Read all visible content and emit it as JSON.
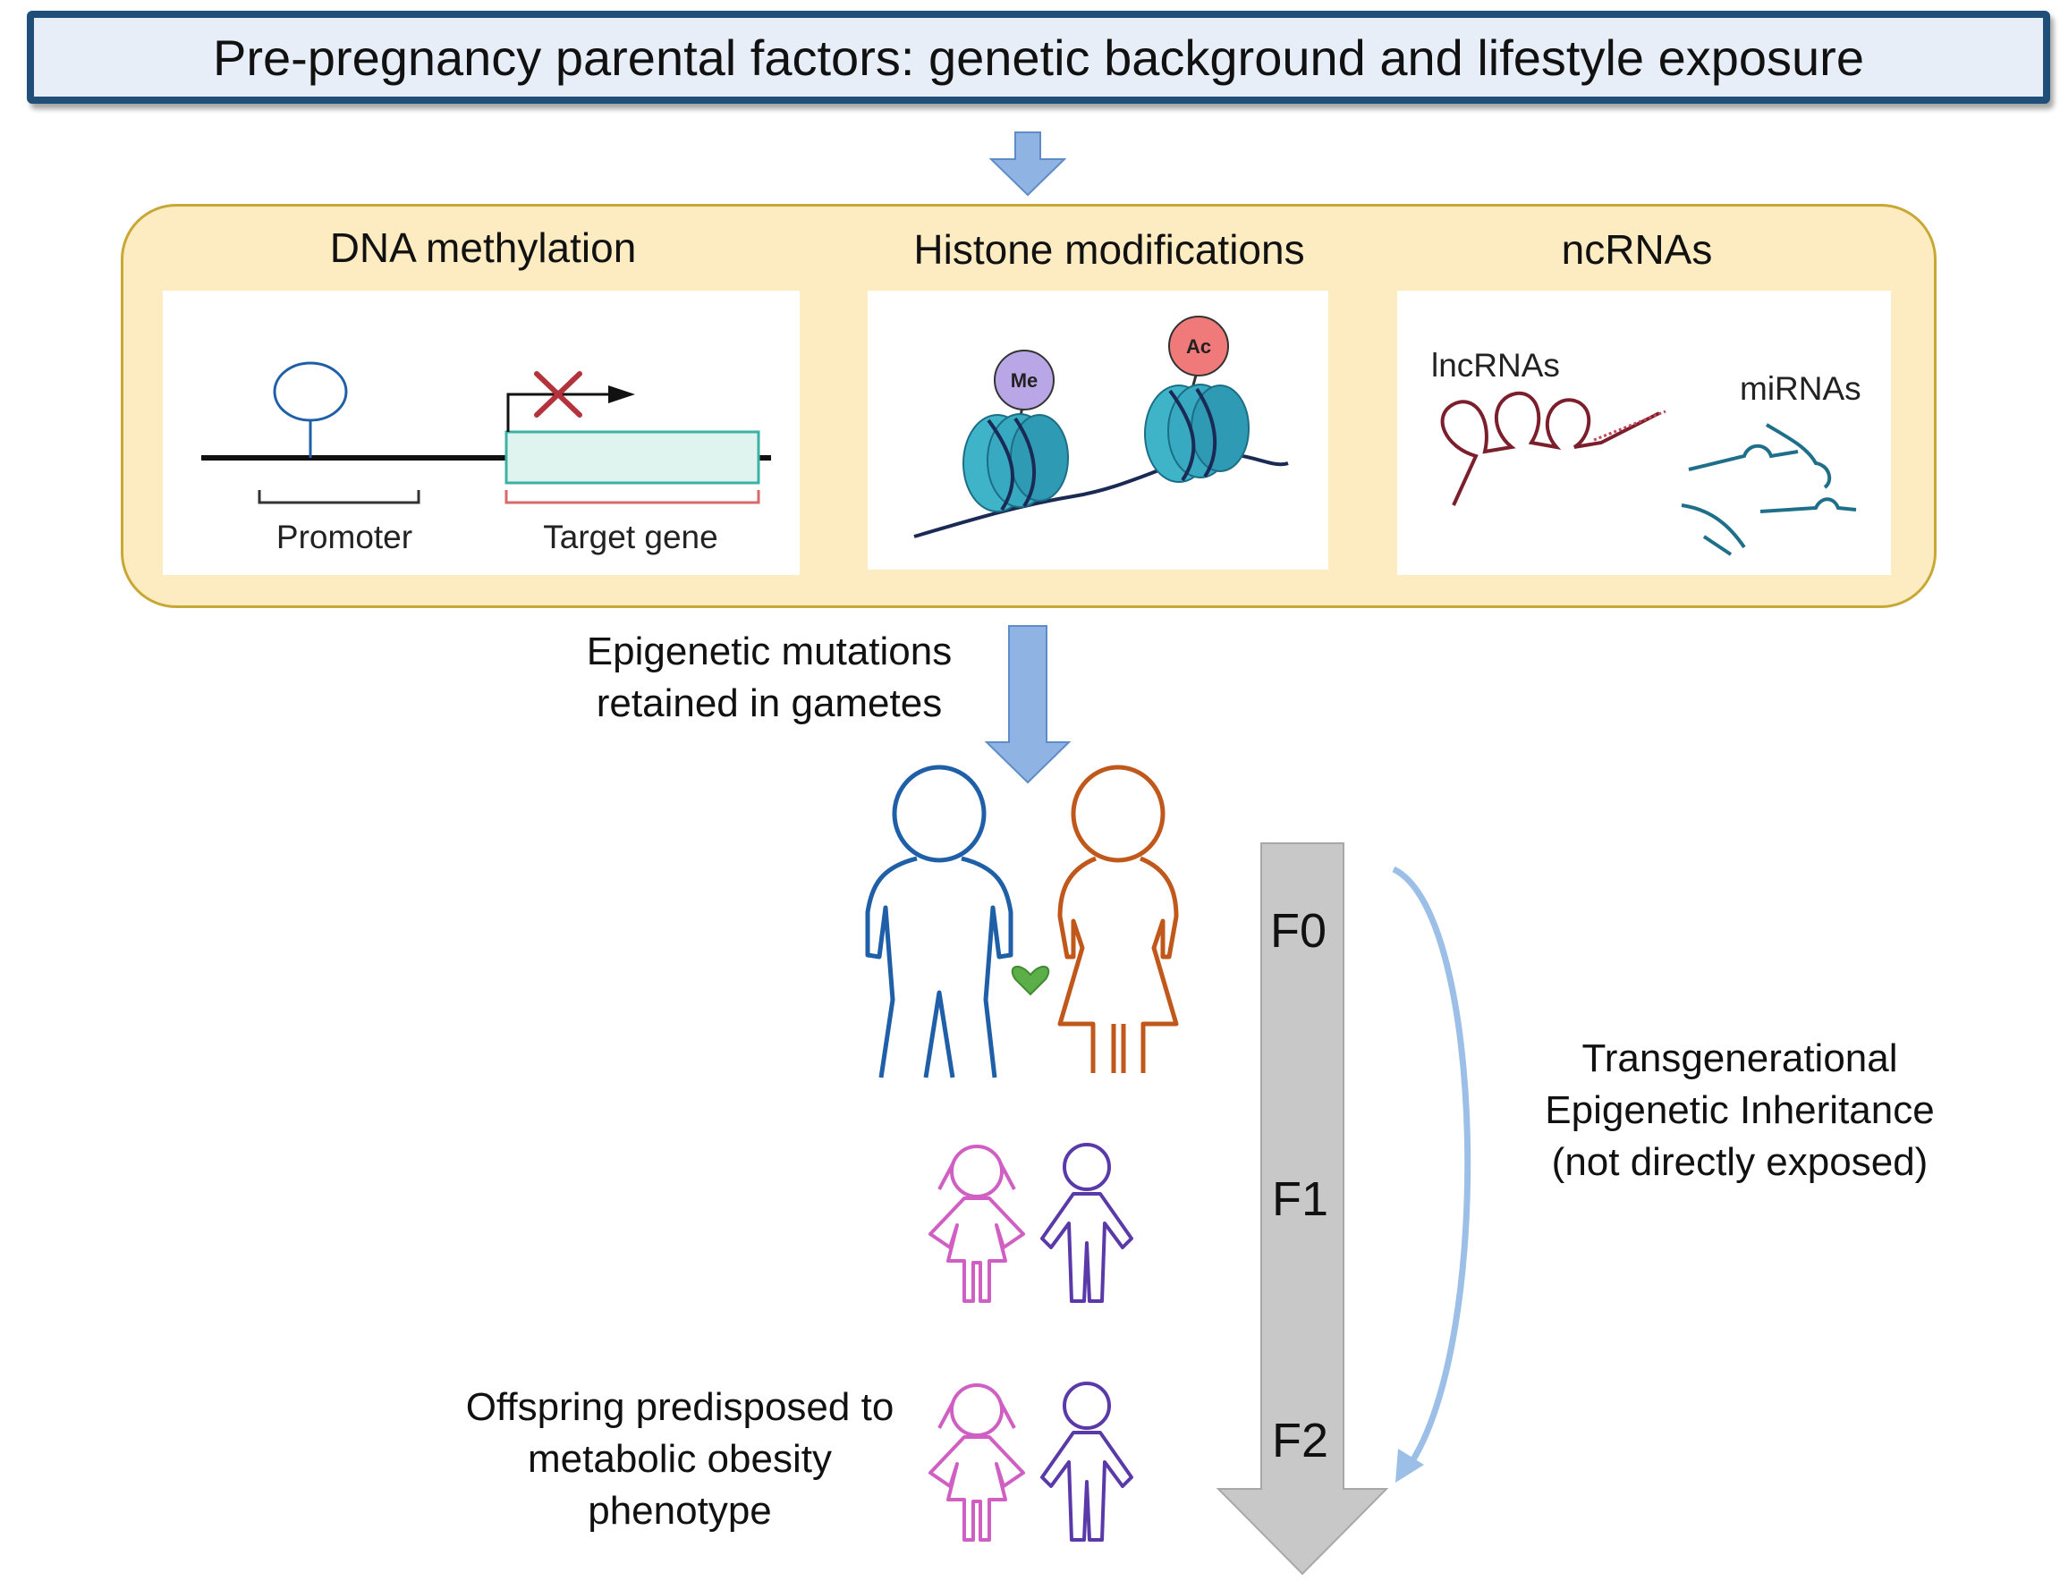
{
  "header": {
    "title": "Pre-pregnancy parental factors: genetic background and lifestyle exposure"
  },
  "mechanisms": {
    "dna": {
      "title": "DNA methylation",
      "promoter_label": "Promoter",
      "target_label": "Target gene"
    },
    "histone": {
      "title": "Histone modifications",
      "me_label": "Me",
      "ac_label": "Ac"
    },
    "ncrna": {
      "title": "ncRNAs",
      "lnc_label": "lncRNAs",
      "mi_label": "miRNAs"
    }
  },
  "flow": {
    "gametes_line1": "Epigenetic mutations",
    "gametes_line2": "retained in gametes"
  },
  "generations": {
    "f0": "F0",
    "f1": "F1",
    "f2": "F2"
  },
  "inheritance": {
    "line1": "Transgenerational",
    "line2": "Epigenetic Inheritance",
    "line3": "(not directly exposed)"
  },
  "offspring": {
    "line1": "Offspring predisposed to",
    "line2": "metabolic obesity",
    "line3": "phenotype"
  },
  "colors": {
    "title_border": "#1f4e79",
    "title_fill": "#e7eef8",
    "panel_fill": "#fdecc2",
    "panel_border": "#c8a835",
    "arrow_blue": "#8fb4e3",
    "father": "#1f5fa8",
    "mother": "#c1581b",
    "girl": "#d05fc3",
    "boy": "#5a3aa8",
    "heart": "#5cae48",
    "generation_arrow": "#c8c8c8"
  }
}
